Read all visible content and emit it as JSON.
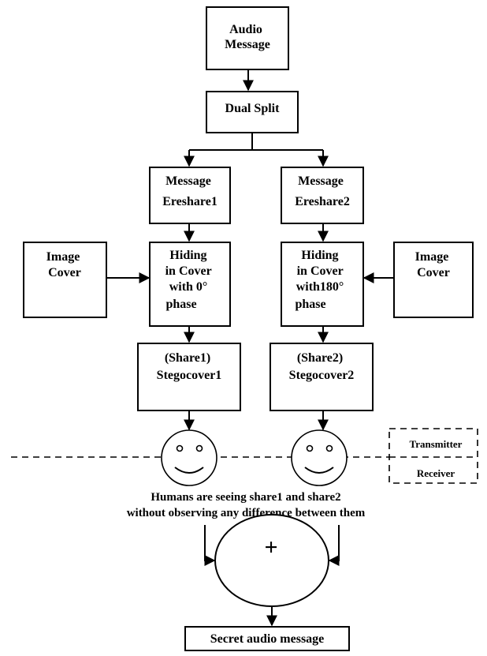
{
  "nodes": {
    "audio_message": [
      "Audio",
      "Message"
    ],
    "dual_split": [
      "Dual Split"
    ],
    "message_share1": [
      "Message",
      "Ereshare1"
    ],
    "message_share2": [
      "Message",
      "Ereshare2"
    ],
    "image_cover_left": [
      "Image",
      "Cover"
    ],
    "image_cover_right": [
      "Image",
      "Cover"
    ],
    "hiding_0": [
      "Hiding",
      "in Cover",
      "with 0°",
      "phase"
    ],
    "hiding_180": [
      "Hiding",
      "in Cover",
      "with180°",
      "phase"
    ],
    "stego1": [
      "(Share1)",
      "Stegocover1"
    ],
    "stego2": [
      "(Share2)",
      "Stegocover2"
    ],
    "secret": [
      "Secret audio message"
    ]
  },
  "labels": {
    "transmitter": "Transmitter",
    "receiver": "Receiver",
    "humans_line1": "Humans are seeing share1 and share2",
    "humans_line2": "without observing any difference between them",
    "combine_symbol": "+"
  },
  "colors": {
    "line": "#000000",
    "background": "#ffffff"
  }
}
